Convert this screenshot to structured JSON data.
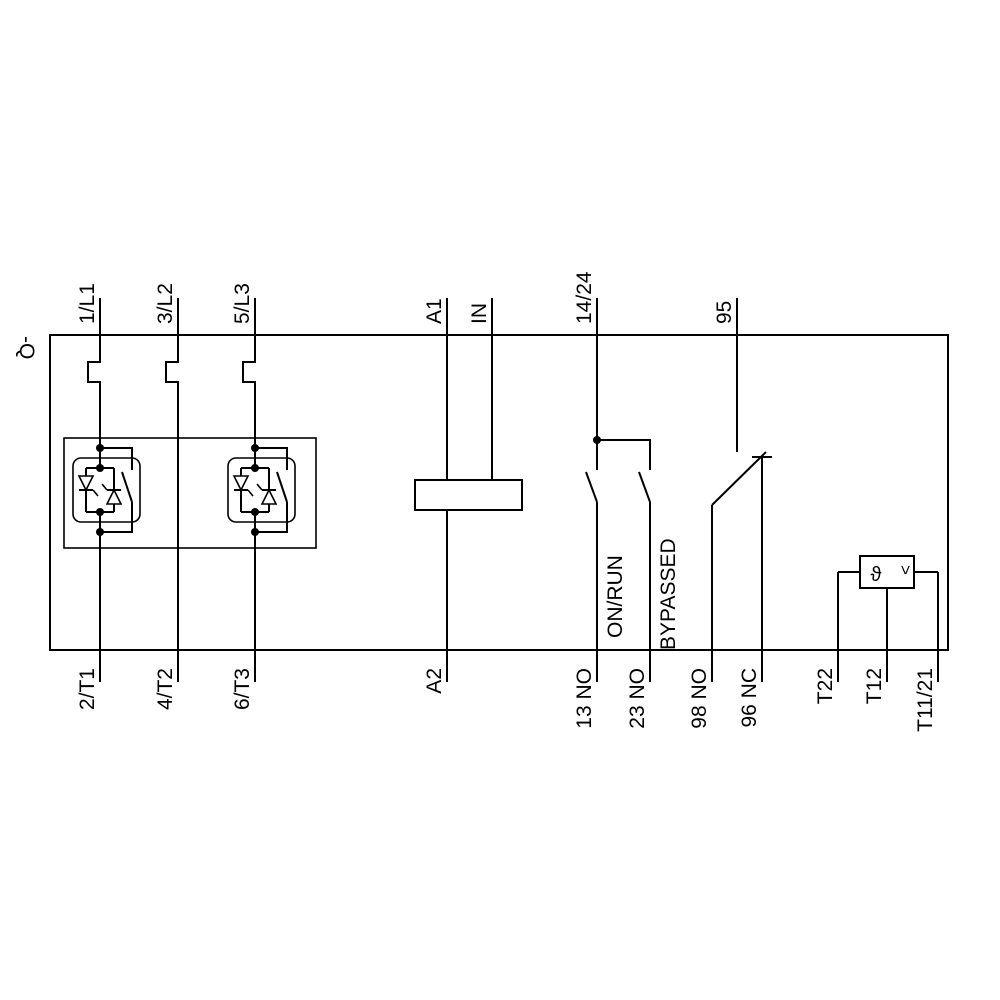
{
  "diagram": {
    "device_label": "-Q",
    "terminals_top": [
      {
        "label": "1/L1"
      },
      {
        "label": "3/L2"
      },
      {
        "label": "5/L3"
      },
      {
        "label": "A1"
      },
      {
        "label": "IN"
      },
      {
        "label": "14/24"
      },
      {
        "label": "95"
      }
    ],
    "terminals_bottom": [
      {
        "label": "2/T1"
      },
      {
        "label": "4/T2"
      },
      {
        "label": "6/T3"
      },
      {
        "label": "A2"
      },
      {
        "label": "13 NO"
      },
      {
        "label": "23 NO"
      },
      {
        "label": "98 NO"
      },
      {
        "label": "96 NC"
      },
      {
        "label": "T22"
      },
      {
        "label": "T12"
      },
      {
        "label": "T11/21"
      }
    ],
    "contact_labels": {
      "on_run": "ON/RUN",
      "bypassed": "BYPASSED"
    },
    "sensor": {
      "theta_symbol": "ϑ",
      "comparator_symbol": ">"
    },
    "colors": {
      "line": "#000000",
      "background": "#ffffff"
    }
  }
}
